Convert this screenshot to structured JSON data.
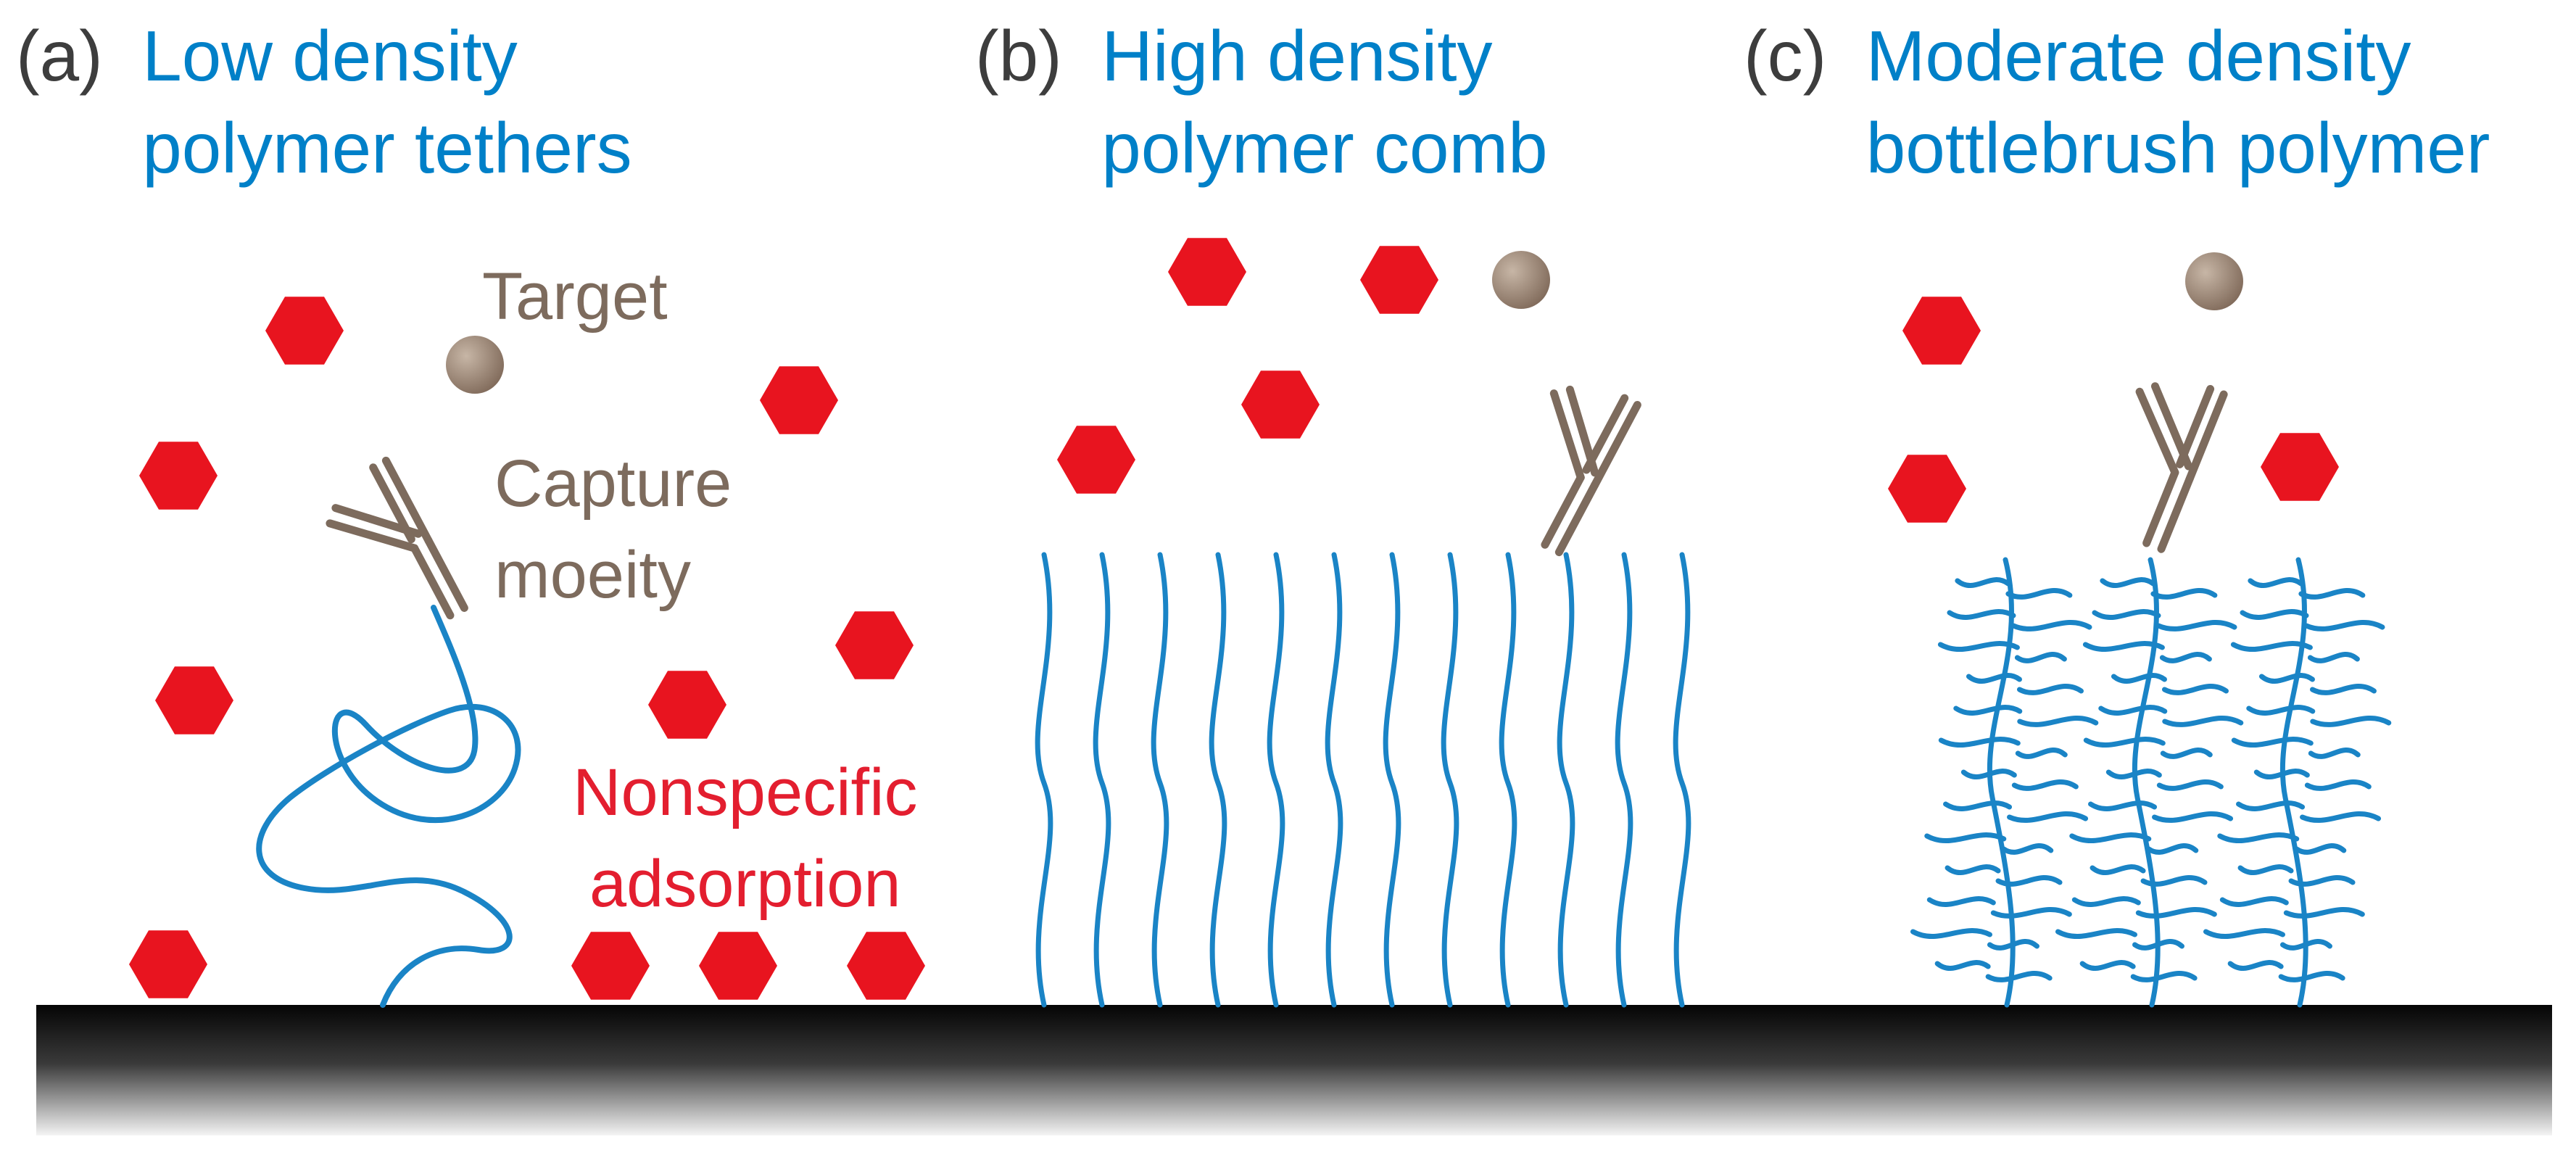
{
  "panels": [
    {
      "letter": "(a)",
      "heading_line1": "Low density",
      "heading_line2": "polymer tethers"
    },
    {
      "letter": "(b)",
      "heading_line1": "High density",
      "heading_line2": "polymer comb"
    },
    {
      "letter": "(c)",
      "heading_line1": "Moderate density",
      "heading_line2": "bottlebrush polymer"
    }
  ],
  "labels": {
    "target": "Target",
    "capture_line1": "Capture",
    "capture_line2": "moeity",
    "nonspecific_line1": "Nonspecific",
    "nonspecific_line2": "adsorption"
  },
  "colors": {
    "polymer": "#1a84c6",
    "protein": "#e8141f",
    "antibody": "#7d6b5d",
    "target": "#9b8675",
    "surface": "#0b0b0b",
    "heading": "#0080c8"
  }
}
